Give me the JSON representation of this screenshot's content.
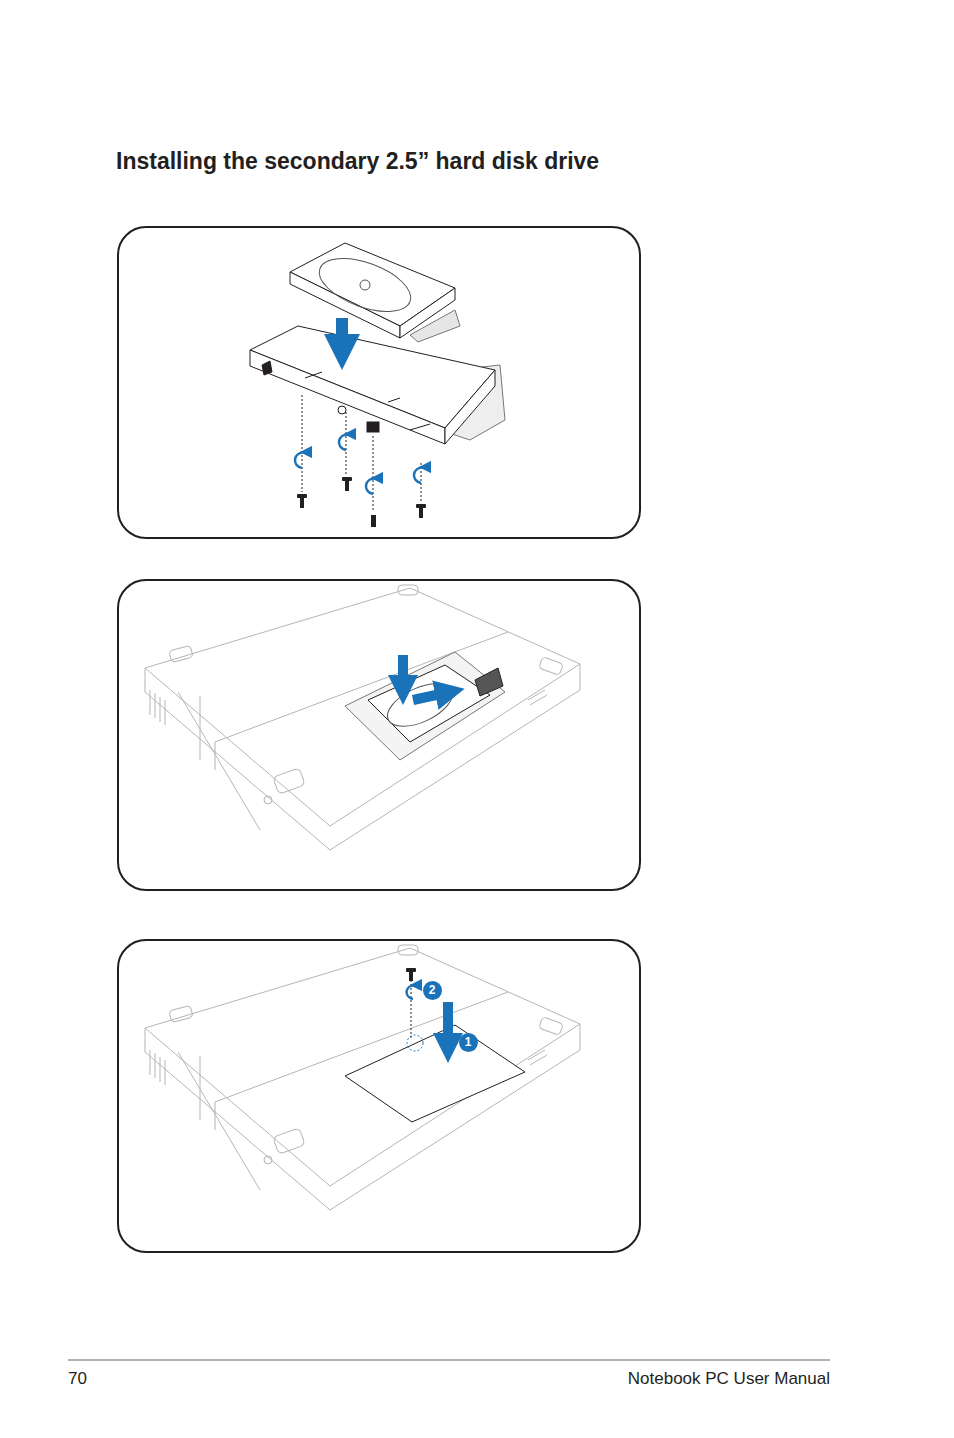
{
  "diagram": {
    "title": "Installing the secondary 2.5” hard disk drive",
    "nodes": [
      {
        "text": [
          "2"
        ]
      },
      {
        "text": [
          "1"
        ]
      }
    ],
    "labels": [
      "70",
      "Notebook PC User Manual"
    ]
  }
}
